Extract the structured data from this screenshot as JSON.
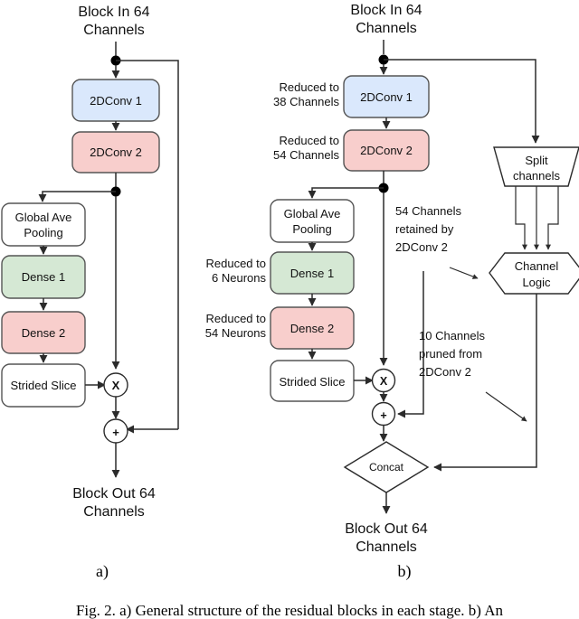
{
  "figure": {
    "caption": "Fig. 2.   a) General structure of the residual blocks in each stage.  b) An",
    "panel_a_label": "a)",
    "panel_b_label": "b)"
  },
  "panel_a": {
    "input_line1": "Block In 64",
    "input_line2": "Channels",
    "output_line1": "Block Out 64",
    "output_line2": "Channels",
    "nodes": {
      "conv1": "2DConv 1",
      "conv2": "2DConv 2",
      "gap_line1": "Global Ave",
      "gap_line2": "Pooling",
      "dense1": "Dense 1",
      "dense2": "Dense 2",
      "strided_slice": "Strided Slice",
      "multiply": "X",
      "add": "+"
    },
    "colors": {
      "conv1": "#dae8fc",
      "conv2": "#f8cecc",
      "dense1": "#d5e8d4",
      "dense2": "#f8cecc",
      "plain": "#ffffff",
      "stroke": "#555555"
    }
  },
  "panel_b": {
    "input_line1": "Block In 64",
    "input_line2": "Channels",
    "output_line1": "Block Out 64",
    "output_line2": "Channels",
    "nodes": {
      "conv1": "2DConv 1",
      "conv2": "2DConv 2",
      "gap_line1": "Global Ave",
      "gap_line2": "Pooling",
      "dense1": "Dense 1",
      "dense2": "Dense 2",
      "strided_slice": "Strided Slice",
      "multiply": "X",
      "add": "+",
      "split_line1": "Split",
      "split_line2": "channels",
      "channel_logic_line1": "Channel",
      "channel_logic_line2": "Logic",
      "concat": "Concat"
    },
    "annotations": {
      "conv1_reduce_line1": "Reduced to",
      "conv1_reduce_line2": "38 Channels",
      "conv2_reduce_line1": "Reduced to",
      "conv2_reduce_line2": "54 Channels",
      "dense1_reduce_line1": "Reduced to",
      "dense1_reduce_line2": "6 Neurons",
      "dense2_reduce_line1": "Reduced to",
      "dense2_reduce_line2": "54 Neurons",
      "retained_line1": "54 Channels",
      "retained_line2": "retained by",
      "retained_line3": "2DConv 2",
      "pruned_line1": "10 Channels",
      "pruned_line2": "pruned from",
      "pruned_line3": "2DConv 2"
    },
    "colors": {
      "conv1": "#dae8fc",
      "conv2": "#f8cecc",
      "dense1": "#d5e8d4",
      "dense2": "#f8cecc",
      "plain": "#ffffff",
      "stroke": "#555555"
    }
  }
}
